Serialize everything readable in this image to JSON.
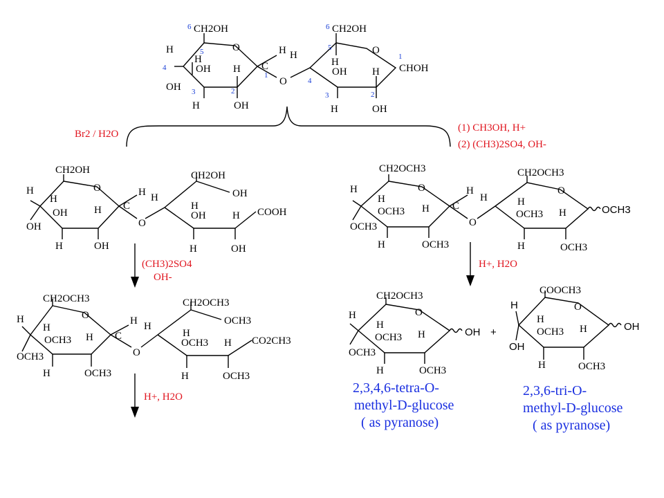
{
  "colors": {
    "reagent": "#e0141e",
    "caption": "#1a2fe0",
    "position_number": "#1a3fd6"
  },
  "labels": {
    "ch2oh": "CH2OH",
    "chooh": "CHOH",
    "cooh": "COOH",
    "co2ch3": "CO2CH3",
    "ch2och3": "CH2OCH3",
    "cooch3": "COOCH3",
    "och3": "OCH3",
    "oh": "OH",
    "h": "H",
    "o": "O",
    "c": "C",
    "plus": "+"
  },
  "numbers": {
    "n1": "1",
    "n2": "2",
    "n3": "3",
    "n4": "4",
    "n5": "5",
    "n6": "6"
  },
  "reagents": {
    "oxidation": "Br2 / H2O",
    "methylation_step1": "(1)  CH3OH, H+",
    "methylation_step2": "(2)  (CH3)2SO4, OH-",
    "dimethyl_sulfate": "(CH3)2SO4",
    "hydroxide": "OH-",
    "hydrolysis": "H+, H2O"
  },
  "products": {
    "tetra": {
      "line1": "2,3,4,6-tetra-O-",
      "line2": "methyl-D-glucose",
      "line3": "( as pyranose)"
    },
    "tri": {
      "line1": "2,3,6-tri-O-",
      "line2": "methyl-D-glucose",
      "line3": "( as pyranose)"
    }
  }
}
